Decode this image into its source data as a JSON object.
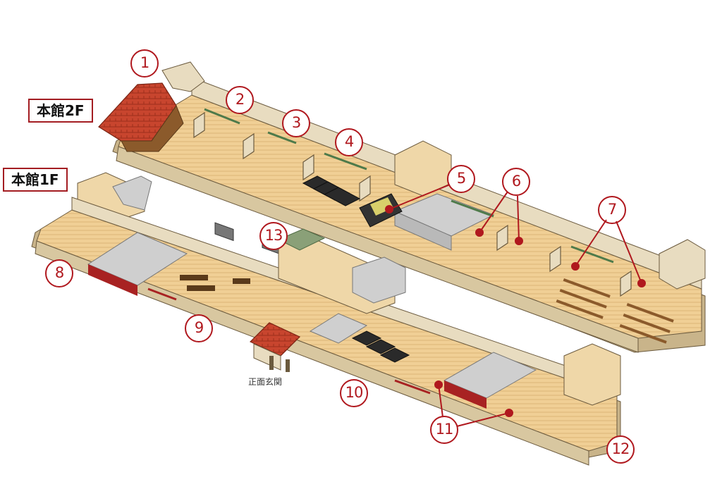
{
  "floors": {
    "second": "本館2F",
    "first": "本館1F"
  },
  "entrance_label": "正面玄関",
  "markers": [
    "1",
    "2",
    "3",
    "4",
    "5",
    "6",
    "7",
    "8",
    "9",
    "10",
    "11",
    "12",
    "13"
  ],
  "colors": {
    "marker": "#b0181e",
    "floor_label_border": "#a31d22",
    "wall": "#e8dcc0",
    "floor": "#f0cf95",
    "roof_tile": "#c8452e",
    "courtyard": "#cfcfcf"
  }
}
